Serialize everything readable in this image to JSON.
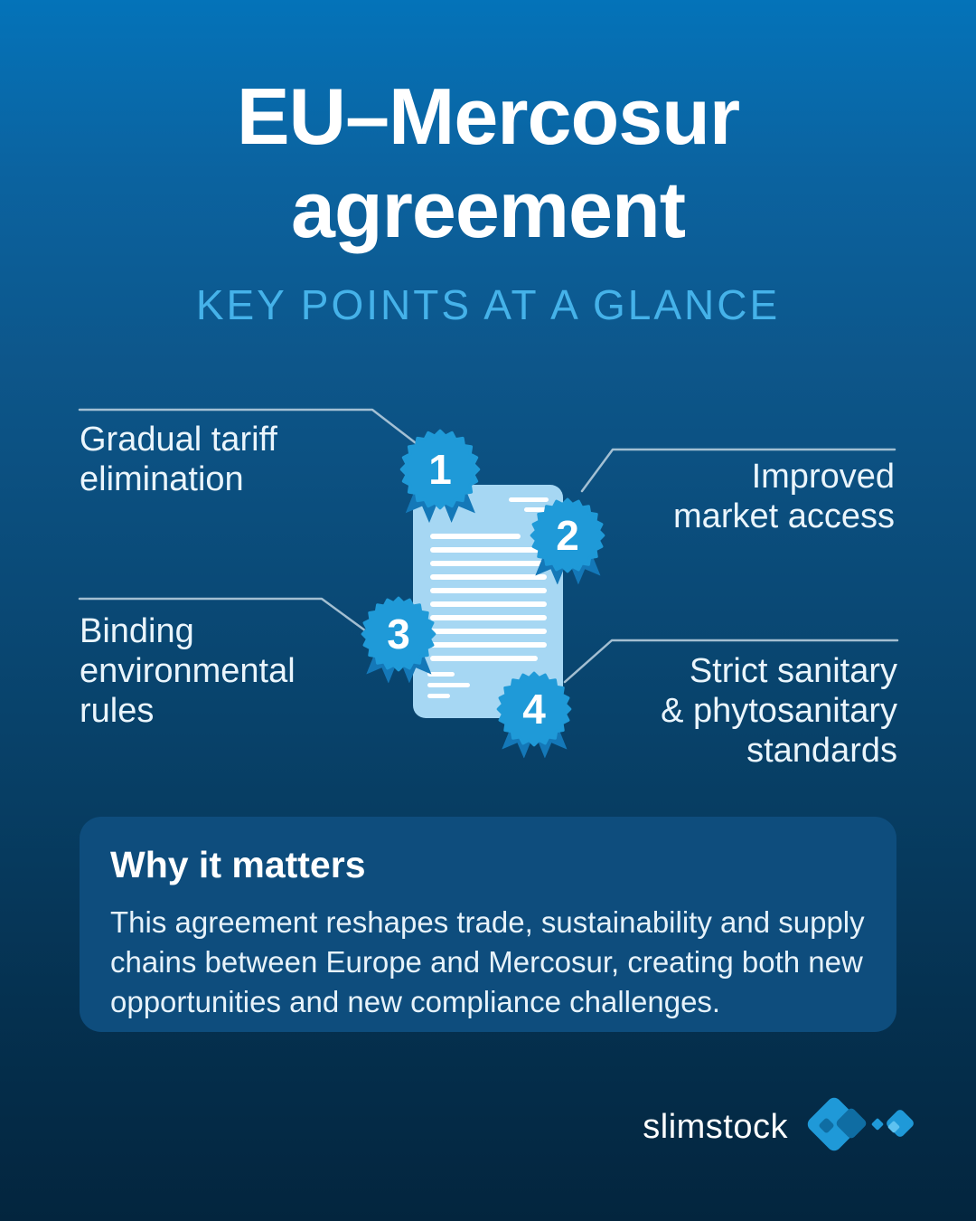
{
  "header": {
    "title": "EU–Mercosur\nagreement",
    "subtitle": "KEY POINTS AT A GLANCE"
  },
  "points": [
    {
      "number": "1",
      "label": "Gradual tariff\nelimination"
    },
    {
      "number": "2",
      "label": "Improved\nmarket access"
    },
    {
      "number": "3",
      "label": "Binding\nenvironmental\nrules"
    },
    {
      "number": "4",
      "label": "Strict sanitary\n& phytosanitary\nstandards"
    }
  ],
  "why_it_matters": {
    "title": "Why it matters",
    "body": "This agreement reshapes trade, sustainability and supply chains between Europe and Mercosur, creating both new opportunities and new compliance challenges."
  },
  "footer": {
    "brand": "slimstock"
  },
  "colors": {
    "background_top": "#0473b9",
    "background_bottom": "#03243e",
    "accent_badge": "#1f9ad8",
    "badge_ribbon": "#1478b8",
    "document_paper": "#a6d7f3",
    "subtitle_text": "#45b2e9",
    "panel_background": "#0e4d7d",
    "connector_line": "#bed3e2"
  }
}
